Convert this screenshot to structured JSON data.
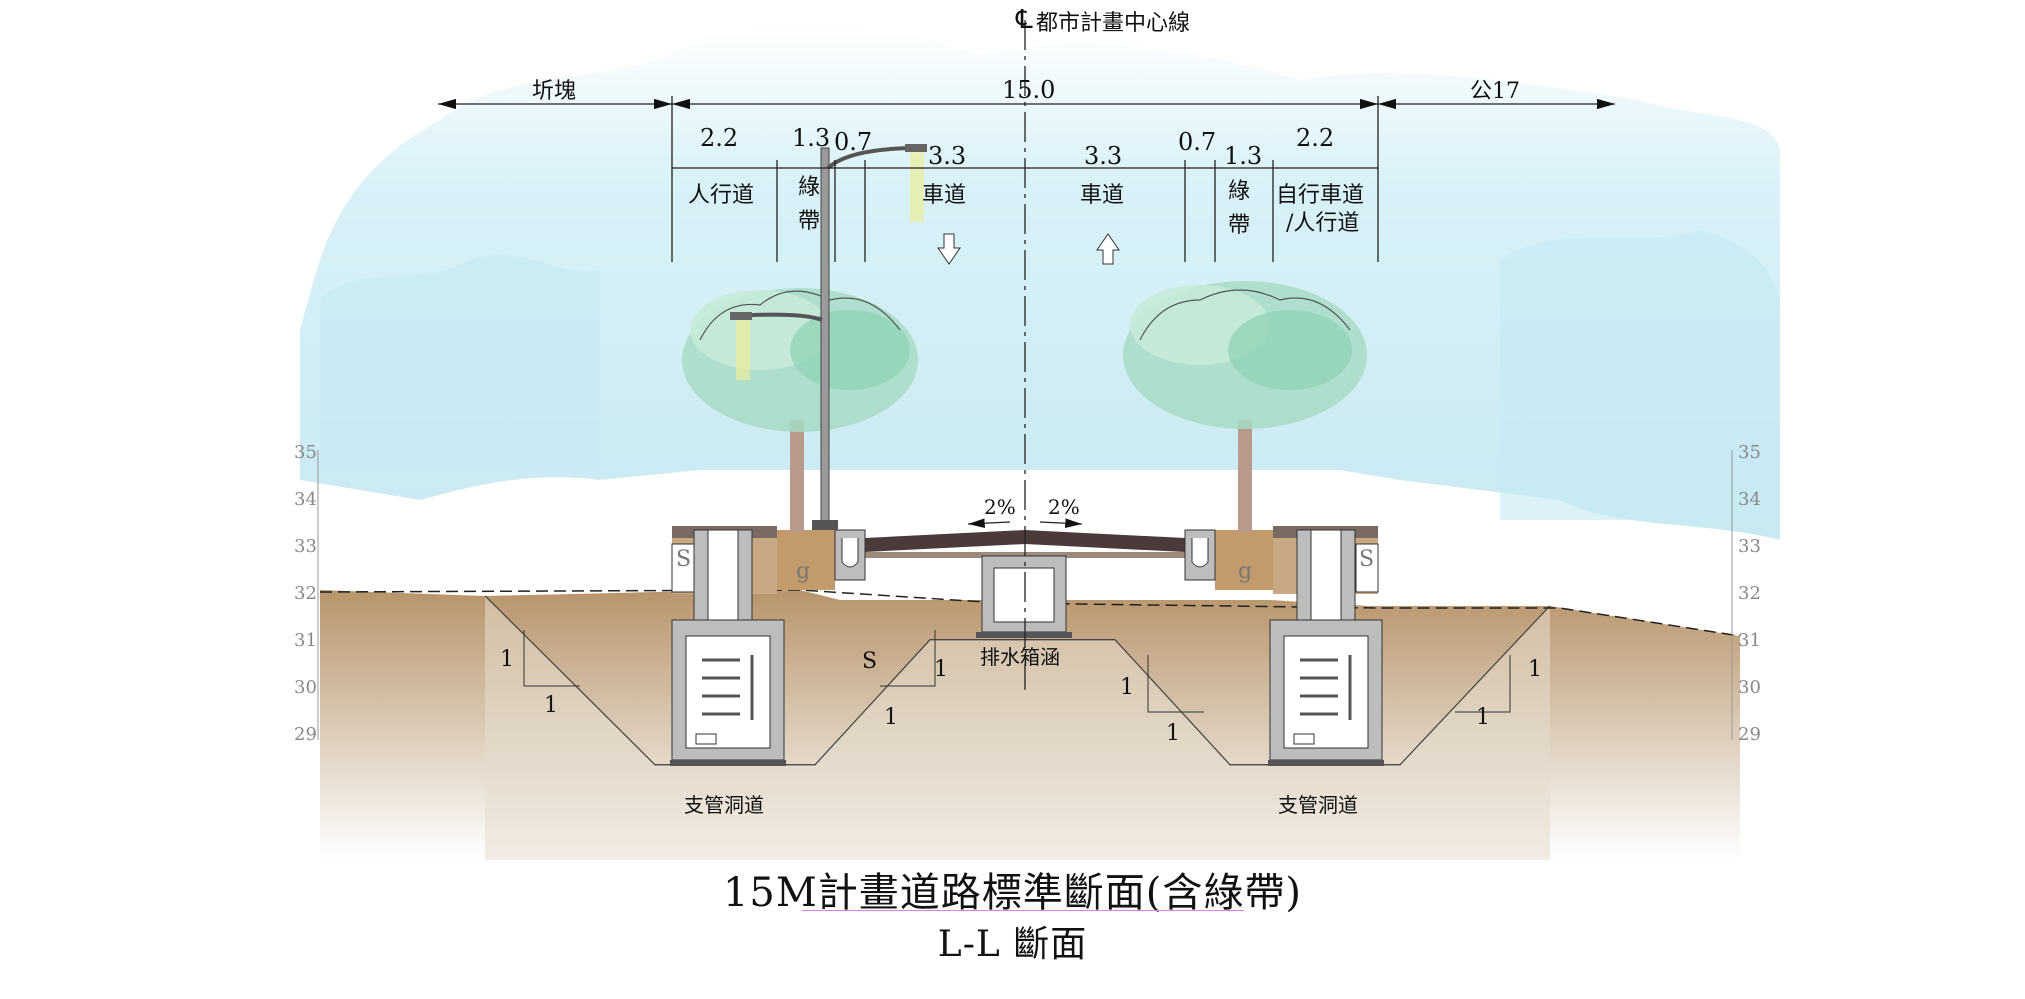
{
  "centerline": {
    "symbol": "℄",
    "label": "都市計畫中心線"
  },
  "overall": {
    "left_label": "圻塊",
    "total_width": "15.0",
    "right_label": "公17"
  },
  "segments": [
    {
      "dim": "2.2",
      "label": "人行道"
    },
    {
      "dim": "1.3",
      "label": "綠帶"
    },
    {
      "dim": "0.7",
      "label": ""
    },
    {
      "dim": "3.3",
      "label": "車道"
    },
    {
      "dim": "3.3",
      "label": "車道"
    },
    {
      "dim": "0.7",
      "label": ""
    },
    {
      "dim": "1.3",
      "label": "綠帶"
    },
    {
      "dim": "2.2",
      "label": "自行車道/人行道"
    }
  ],
  "labels": {
    "sidewalk": "人行道",
    "green_left_1": "綠",
    "green_left_2": "帶",
    "lane": "車道",
    "green_right_1": "綠",
    "green_right_2": "帶",
    "bike_1": "自行車道",
    "bike_2": "/人行道",
    "crossfall": "2%",
    "box_culvert": "排水箱涵",
    "branch_tunnel": "支管洞道",
    "slope": "1",
    "mark_s": "S",
    "mark_g": "g"
  },
  "elevation_scale": [
    "35",
    "34",
    "33",
    "32",
    "31",
    "30",
    "29"
  ],
  "title": {
    "main": "15M計畫道路標準斷面(含綠帶)",
    "section": "L-L 斷面"
  },
  "colors": {
    "sky": "#bfe8f2",
    "soil": "#c4a882",
    "pavement": "#4a3a3a",
    "concrete": "#b8b8b8",
    "foliage": "#a7dcc4",
    "trunk": "#b79a8a"
  }
}
